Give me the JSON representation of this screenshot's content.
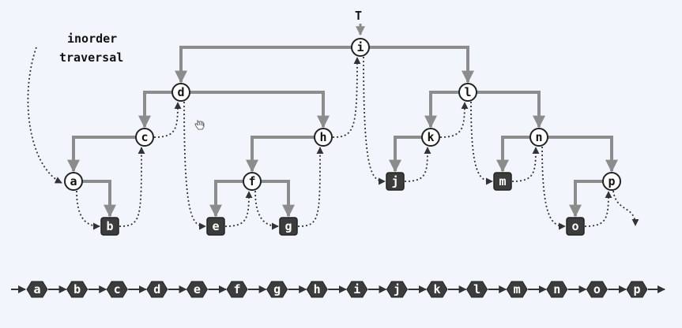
{
  "title_lines": [
    "inorder",
    "traversal"
  ],
  "root_label": "T",
  "tree": {
    "root": "i",
    "nodes": [
      {
        "id": "a",
        "kind": "internal"
      },
      {
        "id": "b",
        "kind": "leaf"
      },
      {
        "id": "c",
        "kind": "internal"
      },
      {
        "id": "d",
        "kind": "internal"
      },
      {
        "id": "e",
        "kind": "leaf"
      },
      {
        "id": "f",
        "kind": "internal"
      },
      {
        "id": "g",
        "kind": "leaf"
      },
      {
        "id": "h",
        "kind": "internal"
      },
      {
        "id": "i",
        "kind": "internal"
      },
      {
        "id": "j",
        "kind": "leaf"
      },
      {
        "id": "k",
        "kind": "internal"
      },
      {
        "id": "l",
        "kind": "internal"
      },
      {
        "id": "m",
        "kind": "leaf"
      },
      {
        "id": "n",
        "kind": "internal"
      },
      {
        "id": "o",
        "kind": "leaf"
      },
      {
        "id": "p",
        "kind": "internal"
      }
    ],
    "edges": [
      [
        "i",
        "d"
      ],
      [
        "i",
        "l"
      ],
      [
        "d",
        "c"
      ],
      [
        "d",
        "h"
      ],
      [
        "c",
        "a"
      ],
      [
        "a",
        "b"
      ],
      [
        "h",
        "f"
      ],
      [
        "f",
        "e"
      ],
      [
        "f",
        "g"
      ],
      [
        "l",
        "k"
      ],
      [
        "l",
        "n"
      ],
      [
        "k",
        "j"
      ],
      [
        "n",
        "m"
      ],
      [
        "n",
        "p"
      ],
      [
        "p",
        "o"
      ]
    ]
  },
  "traversal_order": [
    "a",
    "b",
    "c",
    "d",
    "e",
    "f",
    "g",
    "h",
    "i",
    "j",
    "k",
    "l",
    "m",
    "n",
    "o",
    "p"
  ],
  "colors": {
    "background": "#f2f6fc",
    "edge": "#8c8c8c",
    "node_fill": "#ffffff",
    "node_stroke": "#222222",
    "leaf_fill": "#3c3c3c",
    "leaf_text": "#ffffff",
    "dotted": "#333333"
  },
  "icons": {
    "cursor": "hand-pointer-icon"
  }
}
